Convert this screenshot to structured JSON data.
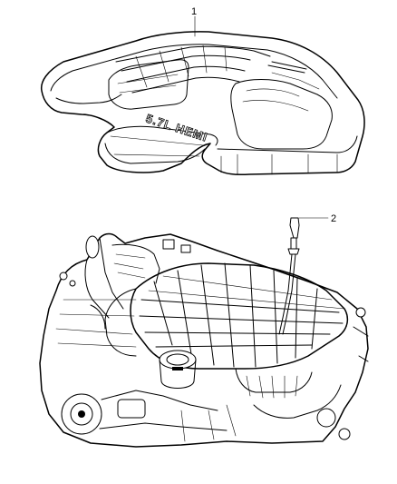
{
  "callouts": [
    {
      "label": "1"
    },
    {
      "label": "2"
    }
  ],
  "cover_badge": "5.7L HEMI"
}
